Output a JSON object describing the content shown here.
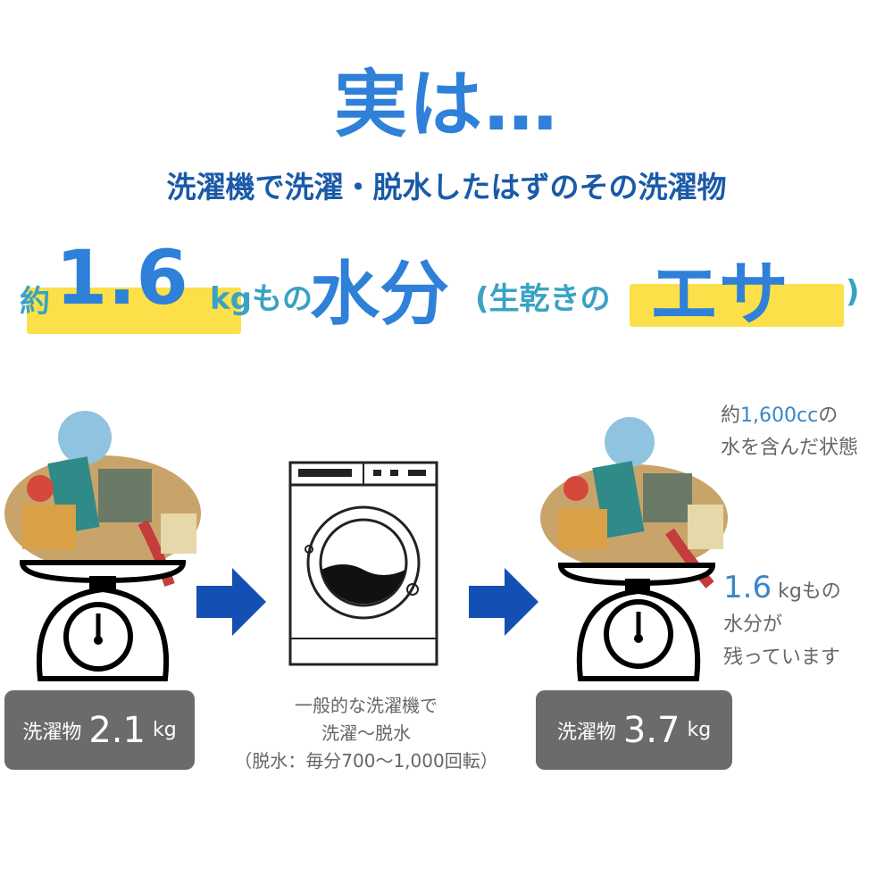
{
  "title": "実は…",
  "subtitle": "洗濯機で洗濯・脱水したはずのその洗濯物",
  "headline": {
    "prefix": "約",
    "amount": "1.6",
    "unit": "kgもの",
    "water": "水分",
    "paren_open": "(生乾きの",
    "food": "エサ",
    "paren_close": ")"
  },
  "before_box": {
    "label": "洗濯物",
    "value": "2.1",
    "unit": "kg"
  },
  "after_box": {
    "label": "洗濯物",
    "value": "3.7",
    "unit": "kg"
  },
  "washer_caption": {
    "line1": "一般的な洗濯機で",
    "line2": "洗濯～脱水",
    "line3": "（脱水：毎分700～1,000回転）"
  },
  "note_top": {
    "prefix": "約",
    "value": "1,600cc",
    "suffix": "の",
    "line2": "水を含んだ状態"
  },
  "note_bottom": {
    "value": "1.6",
    "unit": "kgもの",
    "line2": "水分が",
    "line3": "残っています"
  },
  "colors": {
    "blue": "#2f80d9",
    "dark_blue": "#1a5aa8",
    "teal": "#3aa2c4",
    "yellow": "#fbe04a",
    "arrow": "#1450b4",
    "box_gray": "#6b6b6b"
  }
}
